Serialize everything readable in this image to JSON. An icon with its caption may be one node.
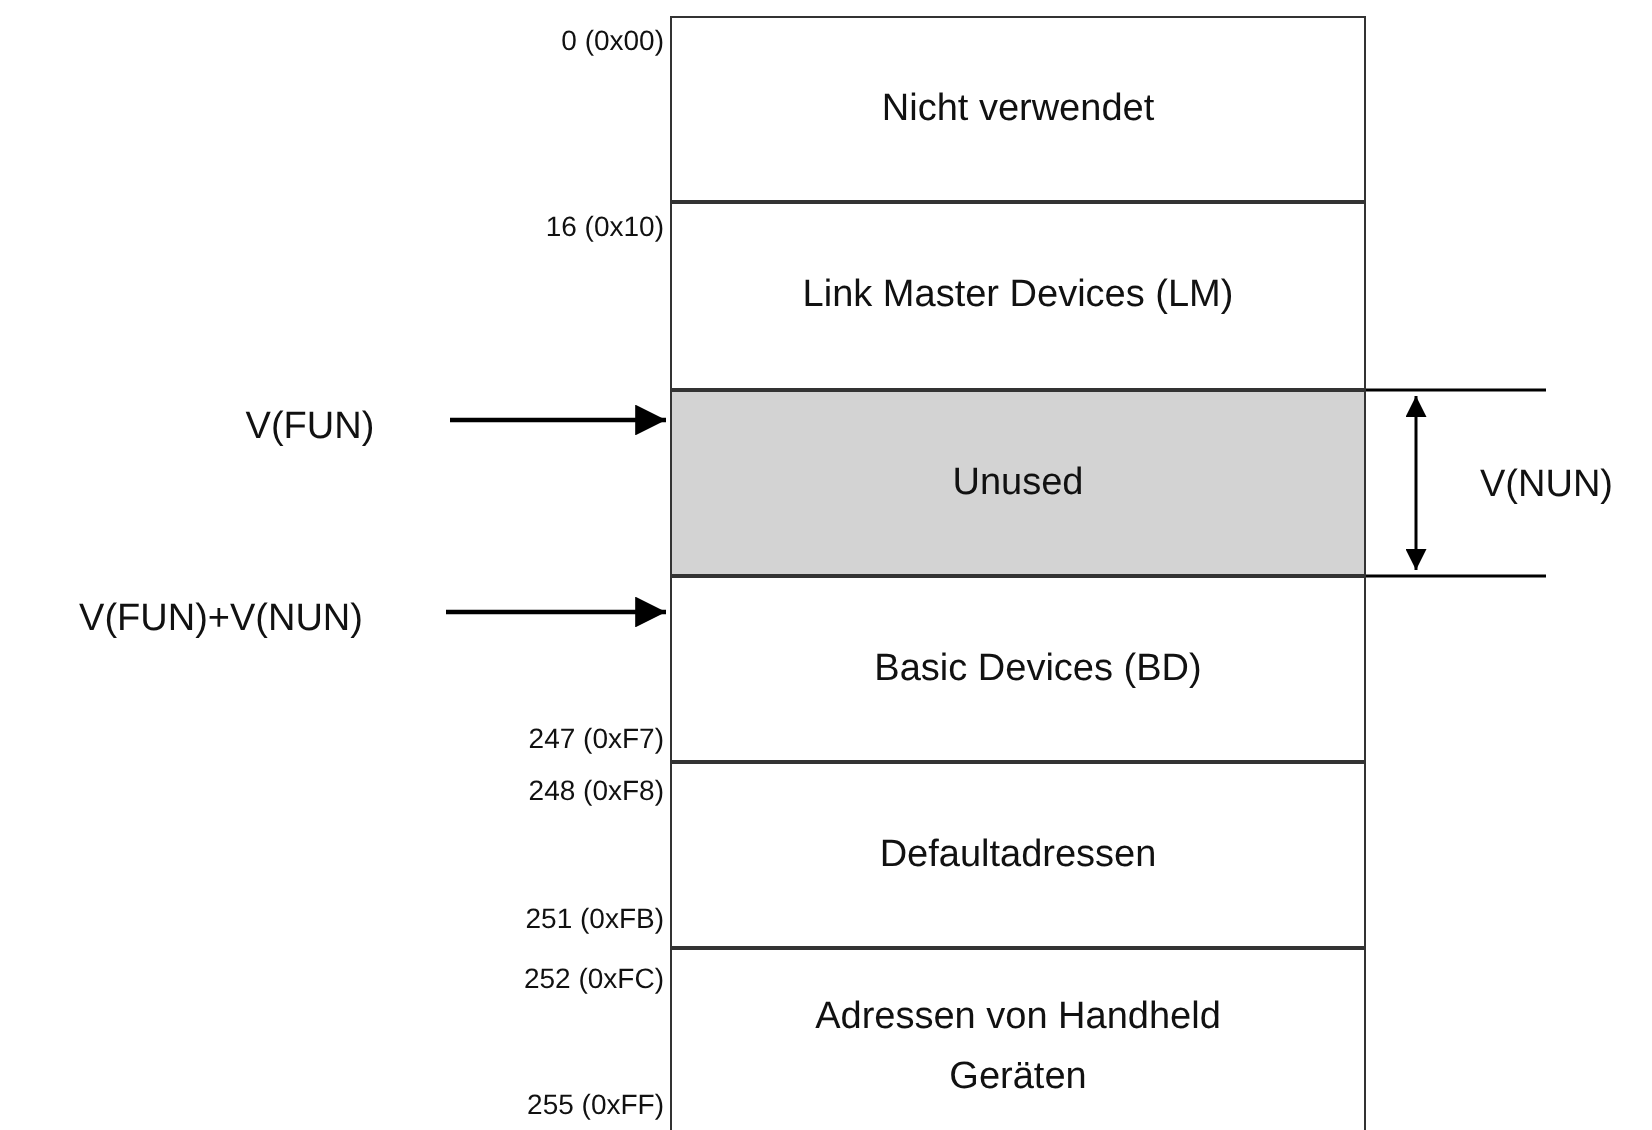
{
  "diagram": {
    "nodes": [
      {
        "text": [
          "Nicht verwendet"
        ]
      },
      {
        "text": [
          "Link Master Devices (LM)"
        ]
      },
      {
        "text": [
          "Unused"
        ]
      },
      {
        "text": [
          "Basic Devices (BD)"
        ]
      },
      {
        "text": [
          "Defaultadressen"
        ]
      },
      {
        "text": [
          "Adressen von Handheld Geräten"
        ]
      },
      {
        "text": [
          "V(FUN)"
        ]
      },
      {
        "text": [
          "V(FUN)+V(NUN)"
        ]
      }
    ],
    "edges": [
      {
        "from": 6,
        "to": 2,
        "arrow": "to"
      },
      {
        "from": 7,
        "to": 3,
        "arrow": "to"
      }
    ],
    "labels": [
      "0 (0x00)",
      "16 (0x10)",
      "V(NUN)",
      "247 (0xF7)",
      "248 (0xF8)",
      "251 (0xFB)",
      "252 (0xFC)",
      "255 (0xFF)"
    ]
  }
}
